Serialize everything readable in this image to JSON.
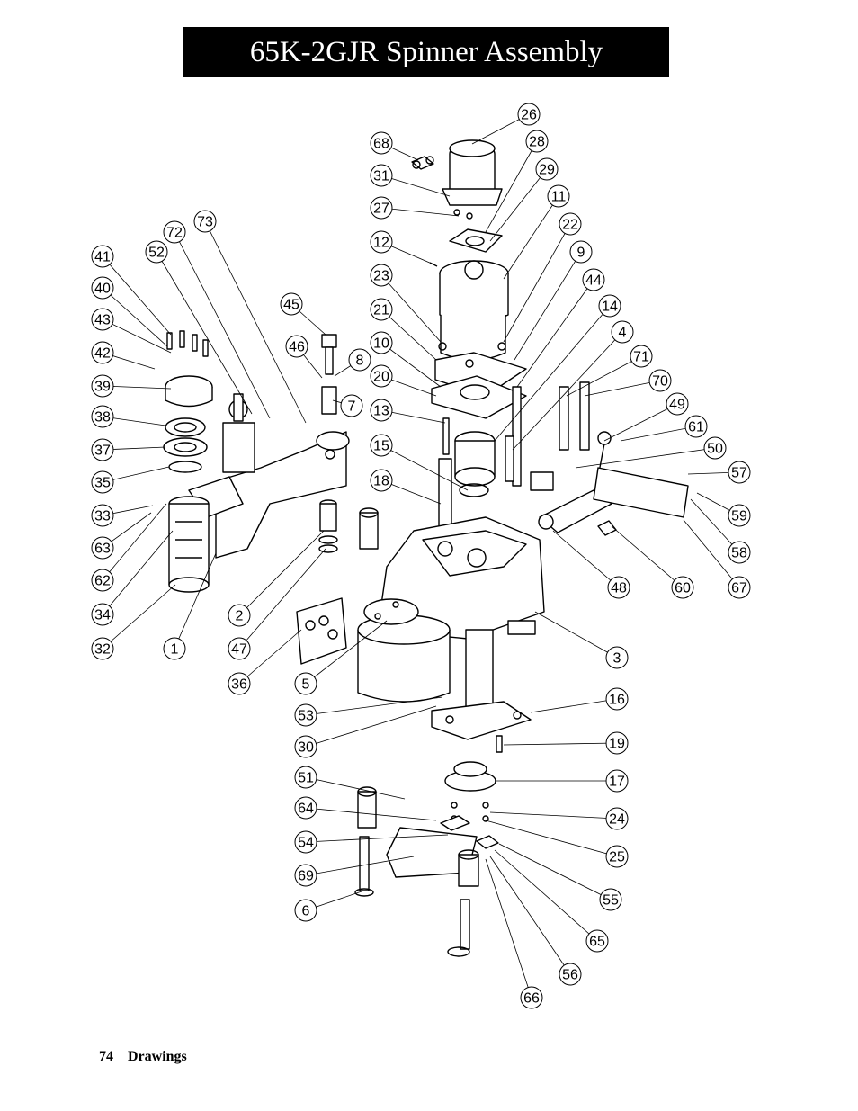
{
  "title": "65K-2GJR Spinner Assembly",
  "footer": {
    "page_number": "74",
    "section": "Drawings"
  },
  "callouts": [
    "26",
    "68",
    "28",
    "31",
    "29",
    "27",
    "11",
    "22",
    "12",
    "9",
    "23",
    "44",
    "21",
    "14",
    "10",
    "4",
    "20",
    "71",
    "13",
    "70",
    "49",
    "61",
    "15",
    "50",
    "57",
    "18",
    "59",
    "58",
    "48",
    "60",
    "67",
    "3",
    "16",
    "19",
    "17",
    "24",
    "25",
    "55",
    "65",
    "56",
    "66",
    "41",
    "40",
    "43",
    "42",
    "39",
    "38",
    "37",
    "35",
    "33",
    "63",
    "62",
    "34",
    "32",
    "1",
    "2",
    "47",
    "36",
    "5",
    "53",
    "30",
    "51",
    "64",
    "54",
    "69",
    "6",
    "73",
    "72",
    "52",
    "45",
    "46",
    "8",
    "7"
  ]
}
